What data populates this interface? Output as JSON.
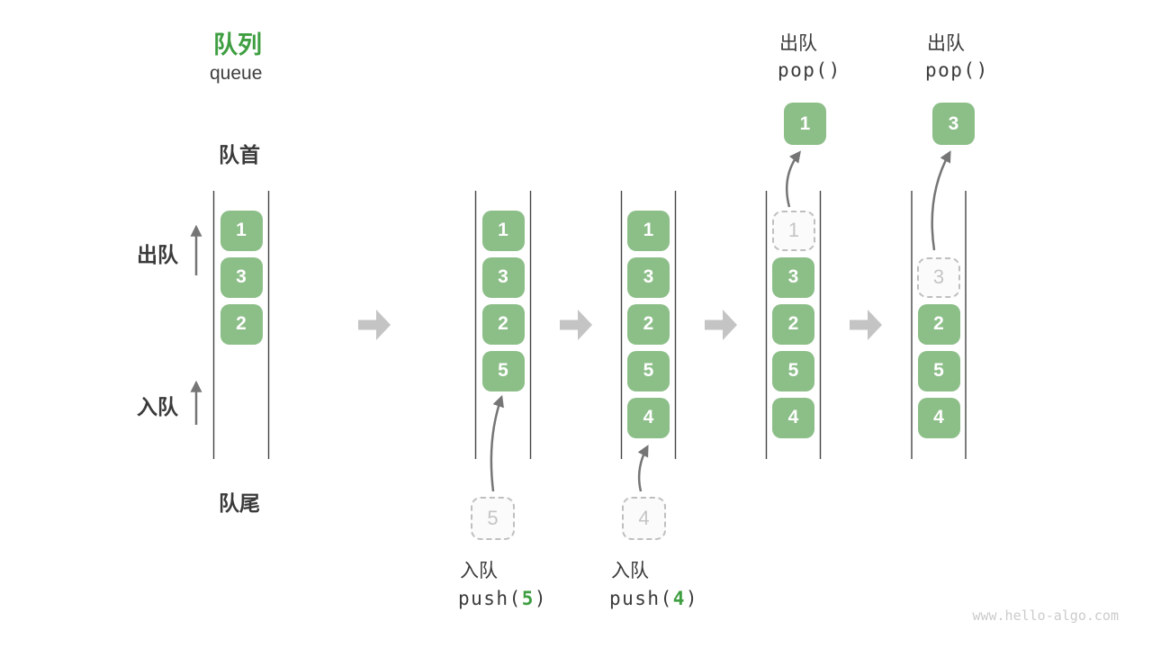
{
  "header": {
    "title_zh": "队列",
    "title_en": "queue"
  },
  "side_labels": {
    "front": "队首",
    "rear": "队尾",
    "dequeue": "出队",
    "enqueue": "入队"
  },
  "stages": [
    {
      "name": "initial",
      "slots": [
        "1",
        "3",
        "2"
      ]
    },
    {
      "name": "push-5",
      "slots": [
        "1",
        "3",
        "2",
        "5"
      ],
      "incoming_value": "5",
      "op": {
        "line1": "入队",
        "code_prefix": "push(",
        "code_arg": "5",
        "code_suffix": ")"
      }
    },
    {
      "name": "push-4",
      "slots": [
        "1",
        "3",
        "2",
        "5",
        "4"
      ],
      "incoming_value": "4",
      "op": {
        "line1": "入队",
        "code_prefix": "push(",
        "code_arg": "4",
        "code_suffix": ")"
      }
    },
    {
      "name": "pop-1",
      "ghost_value": "1",
      "slots": [
        "3",
        "2",
        "5",
        "4"
      ],
      "popped_value": "1",
      "op": {
        "line1": "出队",
        "code": "pop()"
      }
    },
    {
      "name": "pop-3",
      "ghost_value": "3",
      "slots": [
        "2",
        "5",
        "4"
      ],
      "popped_value": "3",
      "op": {
        "line1": "出队",
        "code": "pop()"
      }
    }
  ],
  "colors": {
    "element_green": "#8CBE88",
    "accent_green": "#3E9E41",
    "text_dark": "#3A3A3A",
    "wall_line": "#444444",
    "thin_arrow": "#757575",
    "block_arrow": "#C4C4C4",
    "ghost_border": "#BFBFBF",
    "ghost_text": "#C5C5C5",
    "watermark": "#CBCBCB"
  },
  "watermark": "www.hello-algo.com"
}
